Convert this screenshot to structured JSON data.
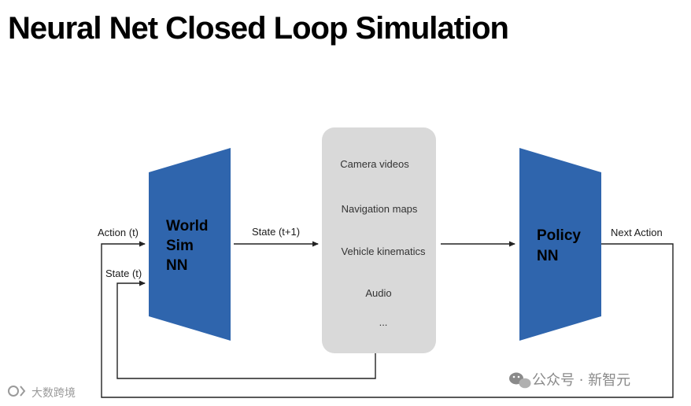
{
  "title": "Neural Net Closed Loop Simulation",
  "world_model": {
    "label_line1": "World",
    "label_line2": "Sim",
    "label_line3": "NN"
  },
  "policy": {
    "label_line1": "Policy",
    "label_line2": "NN"
  },
  "arrows": {
    "action_t": "Action (t)",
    "state_t": "State (t)",
    "state_t1": "State (t+1)",
    "next_action": "Next Action"
  },
  "state_items": [
    "Camera videos",
    "Navigation maps",
    "Vehicle kinematics",
    "Audio",
    "..."
  ],
  "watermark_right": "公众号 · 新智元",
  "watermark_left": "大数跨境",
  "colors": {
    "block": "#2f65ad",
    "state_box": "#d9d9d9",
    "line": "#222222"
  }
}
